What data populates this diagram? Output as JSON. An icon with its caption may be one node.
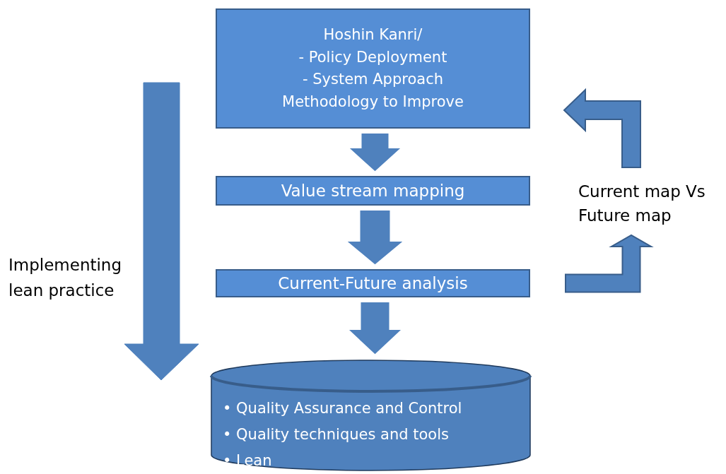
{
  "diagram": {
    "nodes": [
      {
        "text": [
          "Hoshin Kanri/",
          "- Policy Deployment",
          "- System Approach",
          "Methodology to Improve"
        ]
      },
      {
        "text": [
          "Value stream mapping"
        ]
      },
      {
        "text": [
          "Current-Future analysis"
        ]
      },
      {
        "text": [
          "• Quality Assurance and Control",
          "• Quality techniques and tools",
          "• Lean"
        ]
      },
      {
        "text": [
          "Current map Vs Future map"
        ]
      }
    ],
    "edges": [
      {
        "from": 0,
        "to": 1,
        "arrow": "to"
      },
      {
        "from": 1,
        "to": 2,
        "arrow": "to"
      },
      {
        "from": 2,
        "to": 3,
        "arrow": "to"
      },
      {
        "from": 2,
        "to": 4,
        "arrow": "to"
      },
      {
        "from": 4,
        "to": 0,
        "arrow": "to"
      }
    ],
    "labels": [
      "Implementing lean practice"
    ]
  }
}
